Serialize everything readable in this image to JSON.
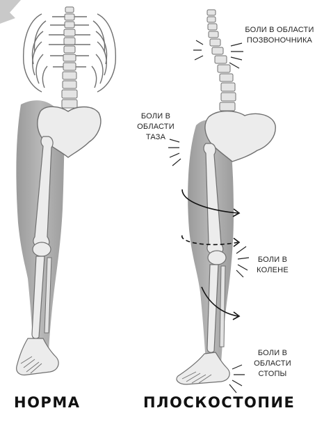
{
  "captions": {
    "left": "НОРМА",
    "right": "ПЛОСКОСТОПИЕ"
  },
  "pain_labels": {
    "spine": [
      "БОЛИ В ОБЛАСТИ",
      "ПОЗВОНОЧНИКА"
    ],
    "pelvis": [
      "БОЛИ В",
      "ОБЛАСТИ",
      "ТАЗА"
    ],
    "knee": [
      "БОЛИ В",
      "КОЛЕНЕ"
    ],
    "foot": [
      "БОЛИ В",
      "ОБЛАСТИ",
      "СТОПЫ"
    ]
  },
  "colors": {
    "bone": "#ececec",
    "bone_outline": "#6f6f6f",
    "muscle": "#a9a9a9",
    "ink": "#1f1f1f"
  }
}
